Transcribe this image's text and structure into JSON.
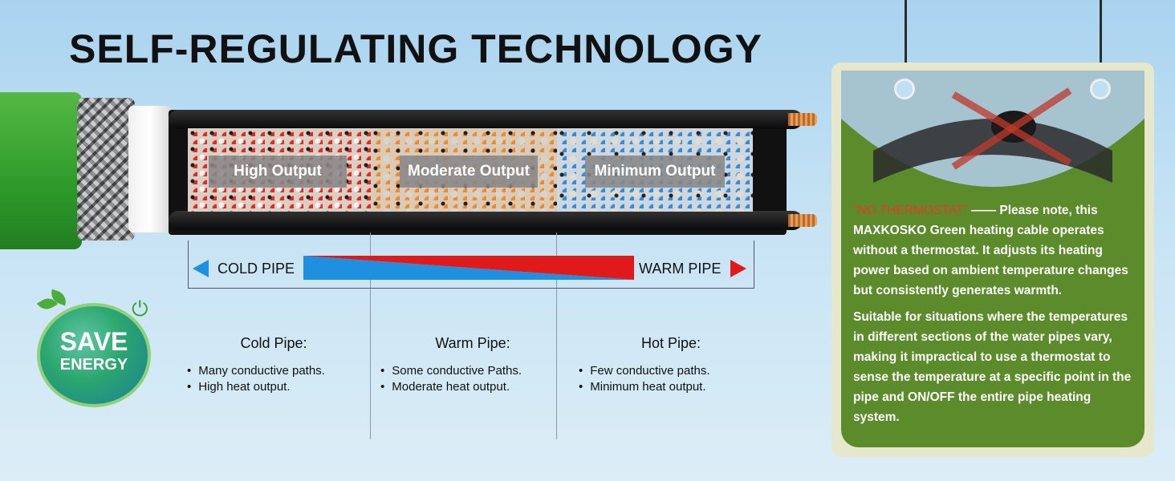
{
  "title": "SELF-REGULATING TECHNOLOGY",
  "zones": {
    "high": "High Output",
    "moderate": "Moderate Output",
    "minimum": "Minimum Output"
  },
  "temperature_bar": {
    "cold_label": "COLD PIPE",
    "warm_label": "WARM PIPE",
    "cold_color": "#1f8fe0",
    "warm_color": "#e01a1a"
  },
  "columns": [
    {
      "heading": "Cold Pipe:",
      "bullets": [
        "Many conductive paths.",
        "High heat output."
      ]
    },
    {
      "heading": "Warm Pipe:",
      "bullets": [
        "Some conductive Paths.",
        "Moderate heat output."
      ]
    },
    {
      "heading": "Hot Pipe:",
      "bullets": [
        "Few conductive paths.",
        "Minimum heat output."
      ]
    }
  ],
  "badge": {
    "line1": "SAVE",
    "line2": "ENERGY"
  },
  "notice": {
    "highlight": "\"NO THERMOSTAT\"",
    "dash": " —— ",
    "para1_rest": "Please note, this MAXKOSKO Green heating cable operates without a thermostat. It adjusts its heating power based on ambient temperature changes but consistently generates warmth.",
    "para2": "Suitable for situations where the temperatures in different sections of the water pipes vary, making it impractical to use a thermostat to sense the temperature at a specific point in the pipe and ON/OFF the entire pipe heating system."
  },
  "colors": {
    "cable_green": "#3aa82f",
    "card_green": "#5b8b2a",
    "high_zone": "#e52a21",
    "moderate_zone": "#f08a2b",
    "minimum_zone": "#2f8ee0"
  }
}
